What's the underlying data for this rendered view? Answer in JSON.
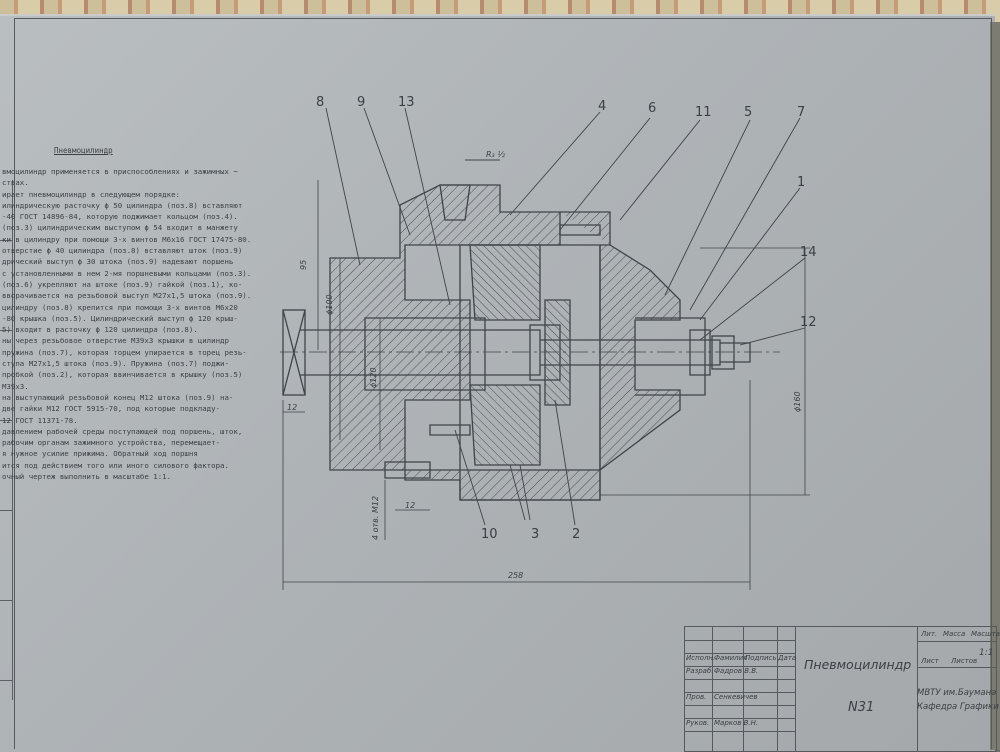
{
  "drawing": {
    "section_title": "Пневмоцилиндр",
    "description_lines": [
      "вмоцилиндр применяется в приспособлениях и зажимных ~",
      "ствах.",
      "ирает пневмоцилиндр в следующем порядке:",
      "илиндрическую расточку ϕ 50 цилиндра (поз.8) вставляют",
      "-40 ГОСТ 14896-84, которую поджимает кольцом (поз.4).",
      "(поз.3) цилиндрическим выступом ϕ 54 входит в манжету",
      "ки в цилиндру при помощи 3-х винтов М6х16 ГОСТ 17475-80.",
      "отверстие ϕ 40 цилиндра (поз.8) вставляют шток (поз.9)",
      "дрический выступ ϕ 30 штока (поз.9) надевают поршень",
      "с установленными в нем 2-мя поршневыми кольцами (поз.3).",
      "(поз.6) укрепляют на штоке (поз.9) гайкой (поз.1), ко-",
      "вворачивается на резьбовой выступ М27х1,5 штока (поз.9).",
      "цилиндру (поз.8) крепится при помощи 3-х винтов М6х20",
      "-80 крышка (поз.5). Цилиндрический выступ ϕ 120 крыш-",
      "5) входит в расточку ϕ 120 цилиндра (поз.8).",
      "ны через резьбовое отверстие М39х3 крышки в цилиндр",
      "пружина (поз.7), которая торцем упирается в торец резь-",
      "ступа М27х1,5 штока (поз.9). Пружина (поз.7) поджи-",
      "пробкой (поз.2), которая ввинчивается в крышку (поз.5)",
      "М39х3.",
      "на выступающий резьбовой конец М12 штока (поз.9) на-",
      "две гайки М12 ГОСТ 5915-70, под которые подкладу-",
      "12 ГОСТ 11371-78.",
      "давлением рабочей среды поступающей под поршень, шток,",
      "рабочим органам зажимного устройства, перемещает-",
      "я нужное усилие прижима. Обратный ход поршня",
      "ится под действием того или иного силового фактора.",
      "очный чертеж выполнить в масштабе 1:1."
    ],
    "callouts": [
      "8",
      "9",
      "13",
      "4",
      "6",
      "11",
      "5",
      "7",
      "1",
      "14",
      "12",
      "10",
      "3",
      "2"
    ],
    "dimensions": {
      "thread": "R₃ ½",
      "d95": "95",
      "d100": "ϕ100",
      "d120": "ϕ120",
      "d160": "ϕ160",
      "d12_left": "12",
      "d12_bottom": "12",
      "holes": "4 отв. М12",
      "d258": "258"
    }
  },
  "title_block": {
    "title": "Пневмоцилиндр",
    "number": "N31",
    "org_line1": "МВТУ им.Баумана",
    "org_line2": "Кафедра Графики",
    "roles": [
      "Исполн.",
      "Разраб.",
      "",
      "Пров.",
      "",
      "Руков."
    ],
    "names": [
      "Фамилия",
      "Фадров В.В.",
      "",
      "Сенкевичев",
      "",
      "Марков В.Н."
    ],
    "col_headers": [
      "Подпись",
      "Дата"
    ],
    "lit_header": "Лит.",
    "mass_header": "Масса",
    "scale_header": "Масштаб",
    "scale_value": "1:1",
    "sheet_label": "Лист",
    "sheets_label": "Листов"
  }
}
